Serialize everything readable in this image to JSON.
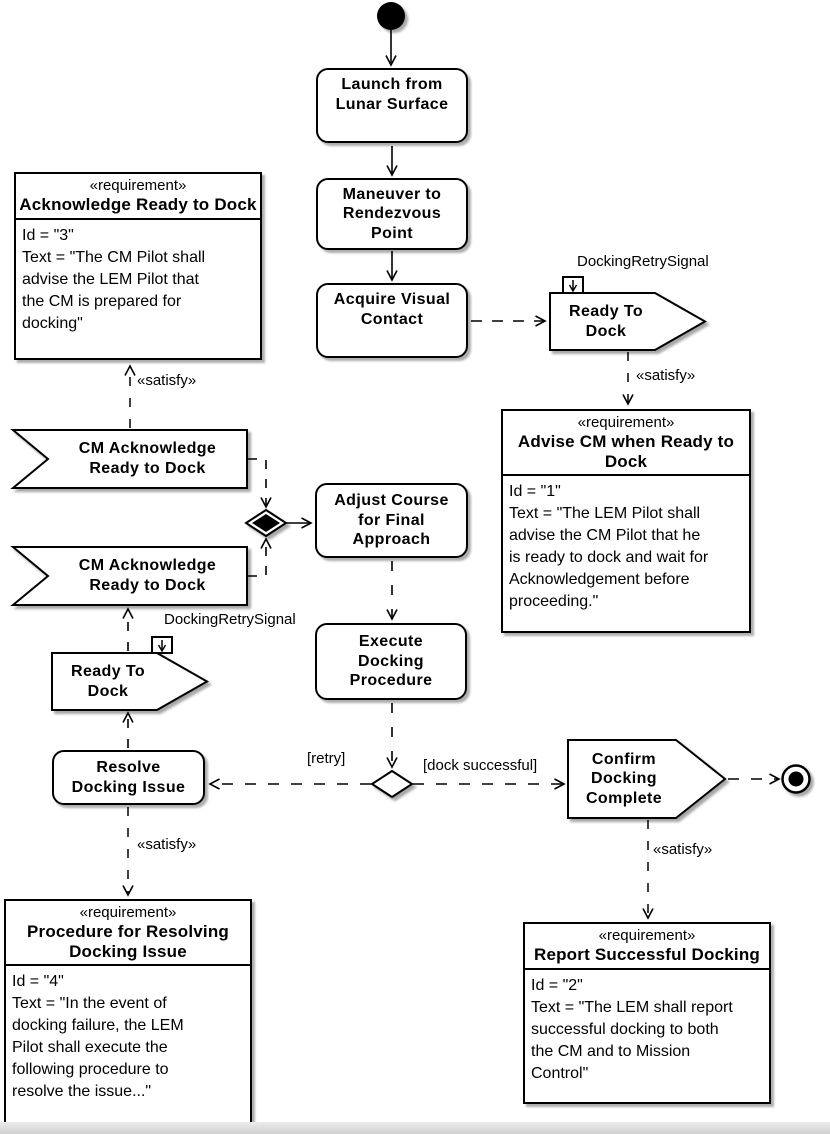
{
  "colors": {
    "stroke": "#000000",
    "fill": "#ffffff",
    "shadow": "#b5b5b5",
    "footer_bar": "#d9d9d9"
  },
  "labels": {
    "satisfy": "«satisfy»",
    "requirement_stereotype": "«requirement»",
    "signal_name": "DockingRetrySignal",
    "guard_retry": "[retry]",
    "guard_dock_successful": "[dock successful]"
  },
  "icons": {
    "initial_node": "filled-circle",
    "final_node": "circled-dot",
    "merge_node": "diamond-with-filled-core",
    "decision_node": "open-diamond",
    "signal_port": "small-rect-with-down-arrow",
    "arrowhead": "open-chevron"
  },
  "nodes": {
    "launch": {
      "label": "Launch from\nLunar Surface"
    },
    "maneuver": {
      "label": "Maneuver to\nRendezvous\nPoint"
    },
    "acquire": {
      "label": "Acquire Visual\nContact"
    },
    "adjust": {
      "label": "Adjust Course\nfor Final\nApproach"
    },
    "execute": {
      "label": "Execute\nDocking\nProcedure"
    },
    "resolve": {
      "label": "Resolve\nDocking Issue"
    },
    "ready_to_dock_top": {
      "label": "Ready To\nDock"
    },
    "ready_to_dock_left": {
      "label": "Ready To\nDock"
    },
    "cm_acknowledge_top": {
      "label": "CM Acknowledge\nReady to Dock"
    },
    "cm_acknowledge_bottom": {
      "label": "CM Acknowledge\nReady to Dock"
    },
    "confirm": {
      "label": "Confirm\nDocking\nComplete"
    }
  },
  "requirements": {
    "acknowledge_ready_to_dock": {
      "title": "Acknowledge Ready to Dock",
      "body": "Id = \"3\"\nText = \"The CM Pilot shall\nadvise the LEM Pilot that\nthe CM is prepared for\ndocking\""
    },
    "advise_cm_when_ready_to_dock": {
      "title": "Advise CM when Ready to\nDock",
      "body": "Id = \"1\"\nText = \"The LEM Pilot shall\nadvise the CM Pilot that he\nis ready to dock and wait for\nAcknowledgement before\nproceeding.\""
    },
    "procedure_for_resolving_docking_issue": {
      "title": "Procedure for Resolving\nDocking Issue",
      "body": "Id = \"4\"\nText = \"In the event of\ndocking failure, the LEM\nPilot shall execute the\nfollowing procedure to\nresolve the issue...\""
    },
    "report_successful_docking": {
      "title": "Report Successful Docking",
      "body": "Id = \"2\"\nText = \"The LEM shall report\nsuccessful docking to both\nthe CM and to Mission\nControl\""
    }
  }
}
